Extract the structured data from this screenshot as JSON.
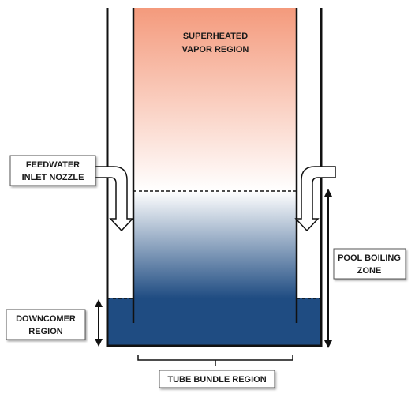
{
  "labels": {
    "vapor_line1": "SUPERHEATED",
    "vapor_line2": "VAPOR REGION",
    "feedwater_line1": "FEEDWATER",
    "feedwater_line2": "INLET NOZZLE",
    "pool_line1": "POOL BOILING",
    "pool_line2": "ZONE",
    "downcomer_line1": "DOWNCOMER",
    "downcomer_line2": "REGION",
    "tube_bundle": "TUBE BUNDLE REGION"
  },
  "colors": {
    "vapor_top": "#f49a7c",
    "vapor_bottom": "#ffffff",
    "liquid_top": "#ffffff",
    "liquid_bottom": "#1f4c82",
    "pool": "#1f4c82",
    "walls": "#111111"
  }
}
